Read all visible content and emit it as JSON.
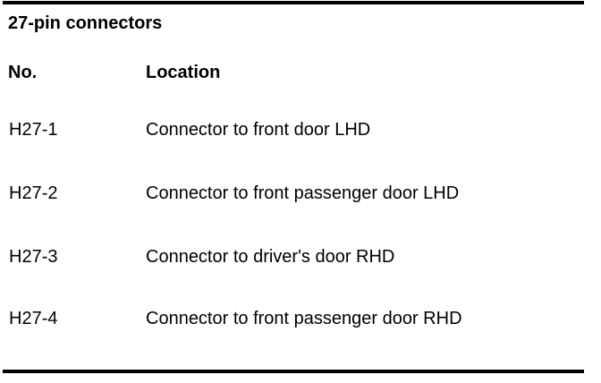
{
  "title": "27-pin connectors",
  "headers": {
    "no": "No.",
    "location": "Location"
  },
  "rows": [
    {
      "no": "H27-1",
      "location": "Connector to front door LHD"
    },
    {
      "no": "H27-2",
      "location": "Connector to front passenger door LHD"
    },
    {
      "no": "H27-3",
      "location": "Connector to driver's door RHD"
    },
    {
      "no": "H27-4",
      "location": "Connector to front passenger door RHD"
    }
  ]
}
